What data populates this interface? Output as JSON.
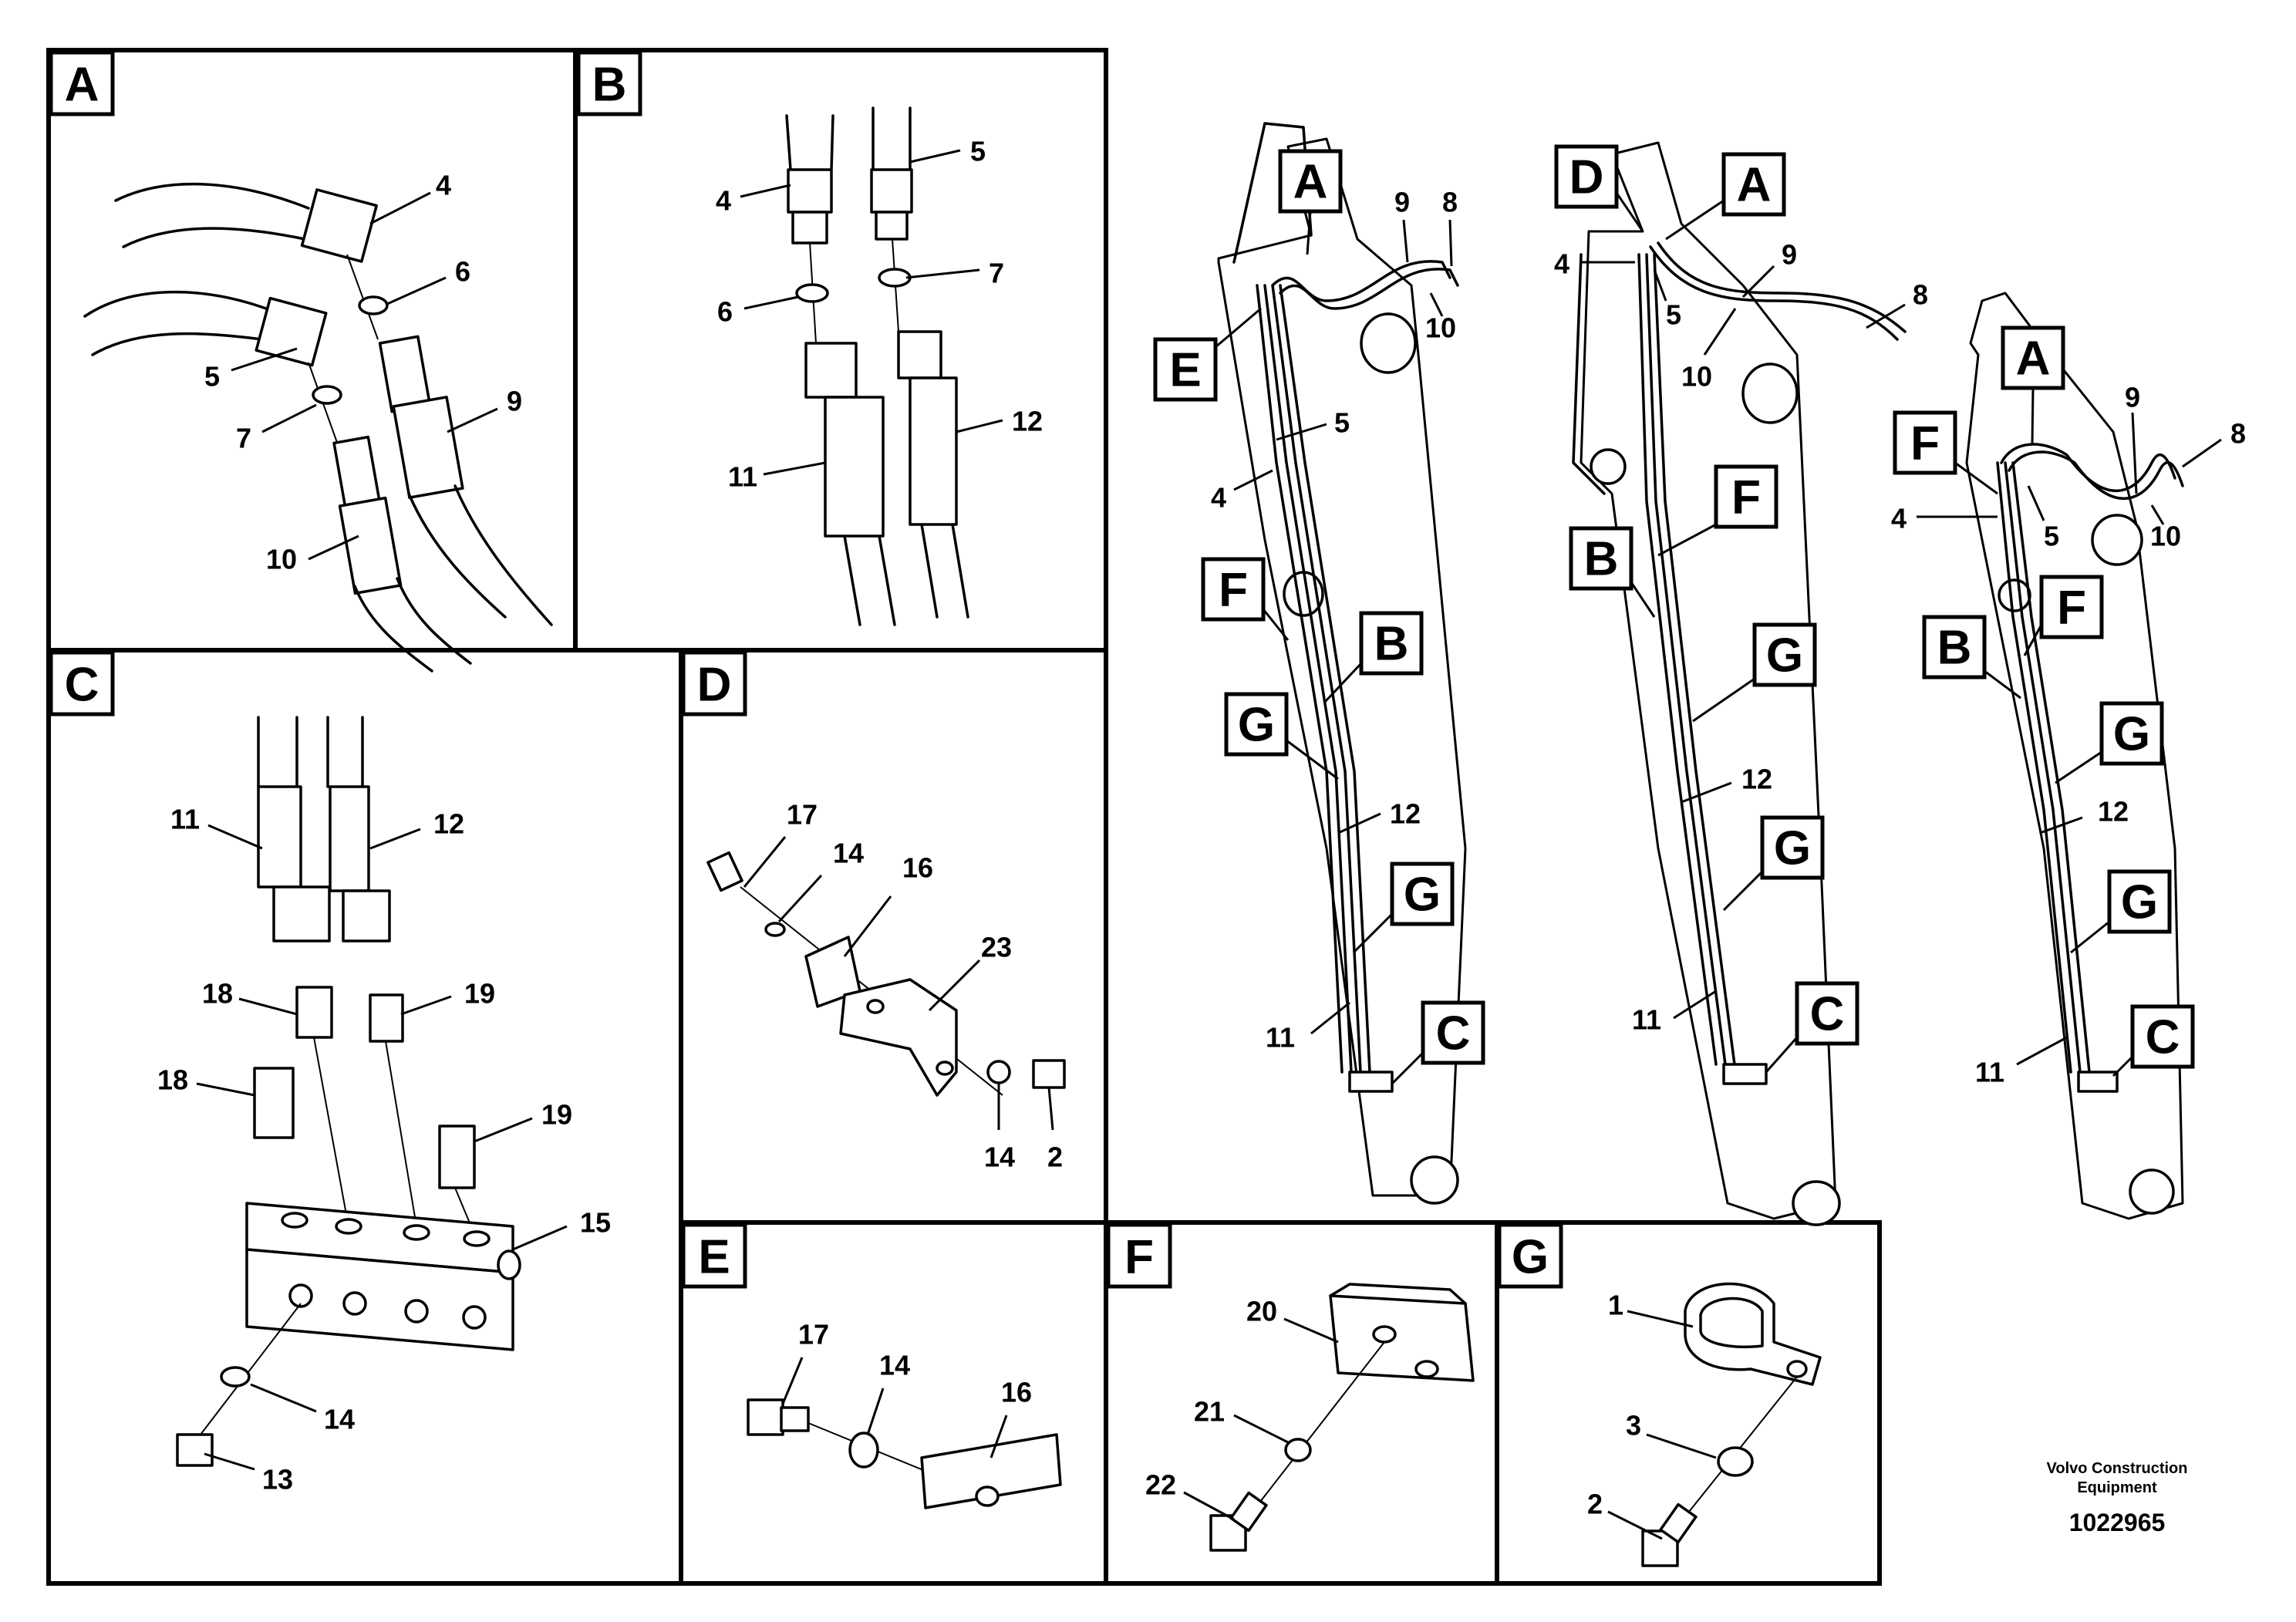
{
  "detail_tags": {
    "A": "A",
    "B": "B",
    "C": "C",
    "D": "D",
    "E": "E",
    "F": "F",
    "G": "G"
  },
  "part_numbers": {
    "n1": "1",
    "n2": "2",
    "n3": "3",
    "n4": "4",
    "n5": "5",
    "n6": "6",
    "n7": "7",
    "n8": "8",
    "n9": "9",
    "n10": "10",
    "n11": "11",
    "n12": "12",
    "n13": "13",
    "n14": "14",
    "n15": "15",
    "n16": "16",
    "n17": "17",
    "n18": "18",
    "n19": "19",
    "n20": "20",
    "n21": "21",
    "n22": "22",
    "n23": "23"
  },
  "footer": {
    "brand_line1": "Volvo Construction",
    "brand_line2": "Equipment",
    "drawing_number": "1022965"
  }
}
